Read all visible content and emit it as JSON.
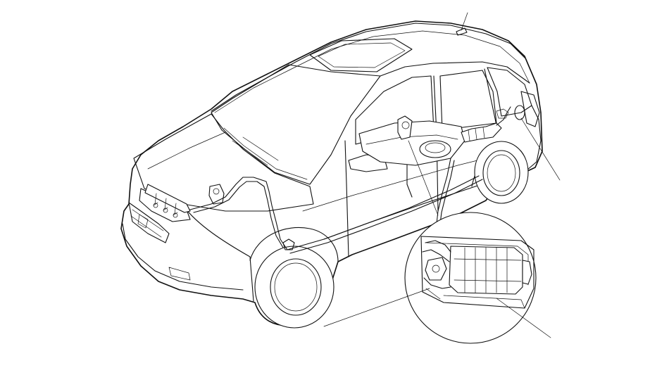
{
  "diagram": {
    "subject": "vehicle-evap-system-illustration",
    "callouts": [
      {
        "id": "antenna-pointer"
      },
      {
        "id": "fuel-fill-door-pointer"
      },
      {
        "id": "evap-canister-pointer"
      },
      {
        "id": "canister-filter-pointer"
      }
    ],
    "colors": {
      "line": "#111111",
      "background": "#ffffff"
    }
  }
}
